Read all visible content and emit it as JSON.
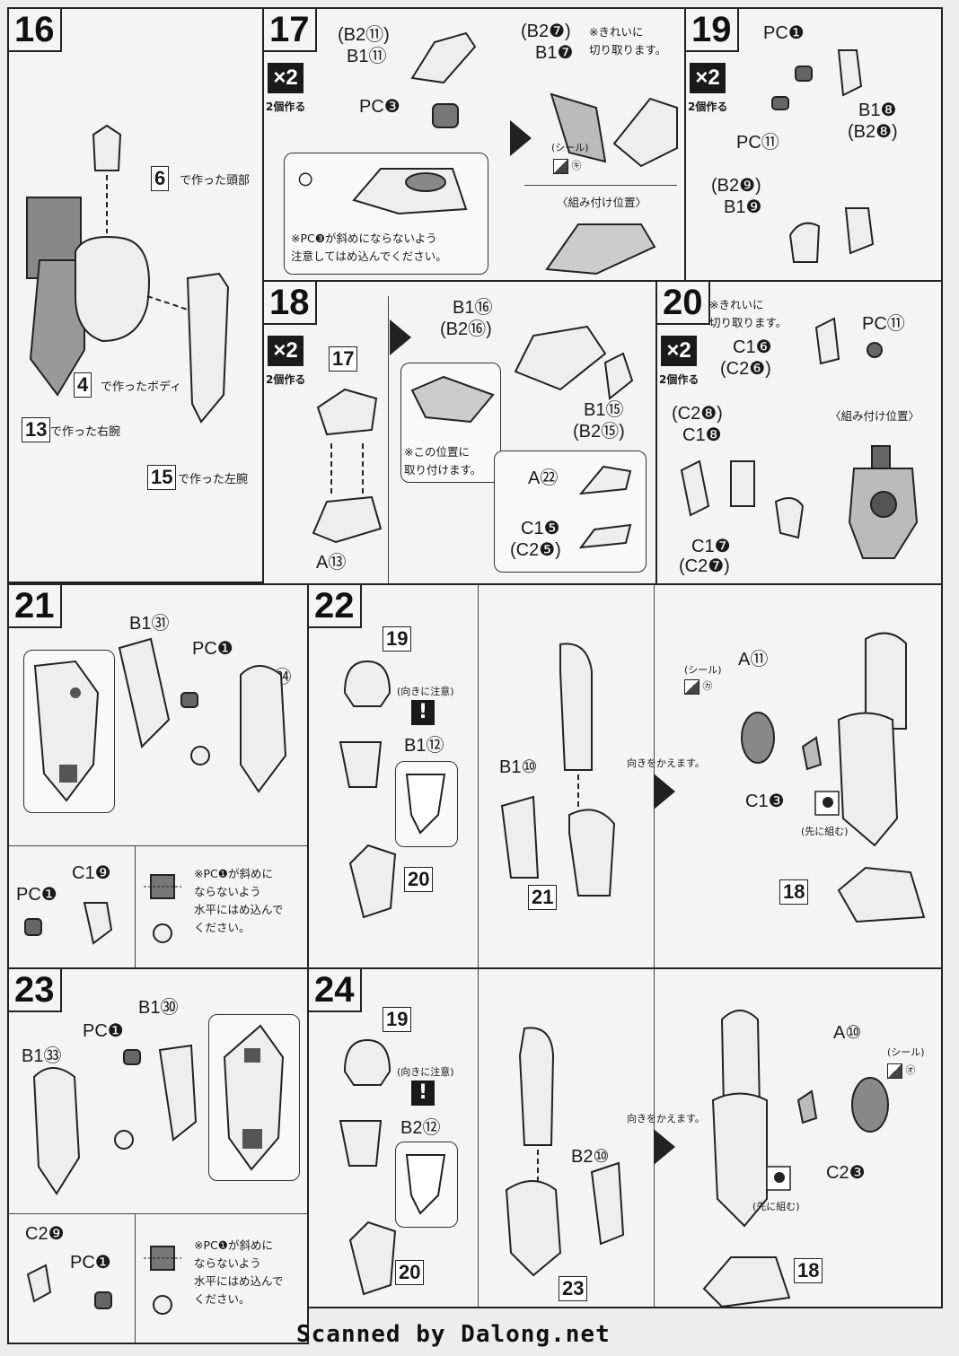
{
  "steps": {
    "s16": {
      "num": "16",
      "head_ref": "6",
      "head_text": "で作った頭部",
      "body_ref": "4",
      "body_text": "で作ったボディ",
      "rarm_ref": "13",
      "rarm_text": "で作った右腕",
      "larm_ref": "15",
      "larm_text": "で作った左腕"
    },
    "s17": {
      "num": "17",
      "mult": "×2",
      "make": "2個作る",
      "p1": "(B2⑪)",
      "p2": "B1⑪",
      "pc": "PC❸",
      "ok": "○",
      "note": "※PC❸が斜めにならないよう\n注意してはめ込んでください。",
      "p3": "(B2❼)",
      "p4": "B1❼",
      "cut": "※きれいに\n切り取ります。",
      "seal": "(シール)",
      "seal_k": "㋖",
      "pos": "〈組み付け位置〉"
    },
    "s18": {
      "num": "18",
      "mult": "×2",
      "make": "2個作る",
      "ref17": "17",
      "a13": "A⑬",
      "b16": "B1⑯",
      "b216": "(B2⑯)",
      "b15": "B1⑮",
      "b215": "(B2⑮)",
      "a22": "A㉒",
      "c15": "C1❺",
      "c25": "(C2❺)",
      "note": "※この位置に\n取り付けます。"
    },
    "s19": {
      "num": "19",
      "mult": "×2",
      "make": "2個作る",
      "pc1": "PC❶",
      "b18": "B1❽",
      "b28": "(B2❽)",
      "pc11": "PC⑪",
      "b29": "(B2❾)",
      "b19": "B1❾"
    },
    "s20": {
      "num": "20",
      "mult": "×2",
      "make": "2個作る",
      "cut": "※きれいに\n切り取ります。",
      "pc11": "PC⑪",
      "c16": "C1❻",
      "c26": "(C2❻)",
      "c28": "(C2❽)",
      "c18": "C1❽",
      "c17": "C1❼",
      "c27": "(C2❼)",
      "pos": "〈組み付け位置〉"
    },
    "s21": {
      "num": "21",
      "b31": "B1㉛",
      "pc1": "PC❶",
      "b34": "B1㉞",
      "c19": "C1❾",
      "pc1b": "PC❶",
      "note": "※PC❶が斜めに\nならないよう\n水平にはめ込んで\nください。"
    },
    "s22": {
      "num": "22",
      "ref19": "19",
      "caution": "(向きに注意)",
      "b12": "B1⑫",
      "ref20": "20",
      "b10": "B1⑩",
      "ref21": "21",
      "turn": "向きをかえます。",
      "seal": "(シール)",
      "seal_k": "㋕",
      "a11": "A⑪",
      "c13": "C1❸",
      "first": "(先に組む)",
      "ref18": "18"
    },
    "s23": {
      "num": "23",
      "b33": "B1㉝",
      "pc1": "PC❶",
      "b30": "B1㉚",
      "c29": "C2❾",
      "pc1b": "PC❶",
      "note": "※PC❶が斜めに\nならないよう\n水平にはめ込んで\nください。"
    },
    "s24": {
      "num": "24",
      "ref19": "19",
      "caution": "(向きに注意)",
      "b212": "B2⑫",
      "ref20": "20",
      "b210": "B2⑩",
      "ref23": "23",
      "turn": "向きをかえます。",
      "a10": "A⑩",
      "seal": "(シール)",
      "seal_o": "㋔",
      "c23": "C2❸",
      "first": "(先に組む)",
      "ref18": "18"
    }
  },
  "footer": "Scanned by Dalong.net"
}
